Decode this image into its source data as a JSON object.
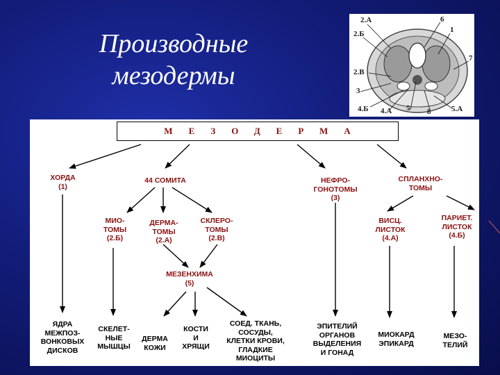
{
  "title_line1": "Производные",
  "title_line2": "мезодермы",
  "image_labels": {
    "l2a": "2.А",
    "l6": "6",
    "l2b": "2.Б",
    "l1": "1",
    "l7": "7",
    "l2v": "2.В",
    "l3": "3",
    "l4b": "4.Б",
    "l4a": "4.А",
    "l5": "5",
    "l8": "8",
    "l5a": "5.А"
  },
  "diagram": {
    "mesoderm": "МЕЗОДЕРМА",
    "chorda": "ХОРДА",
    "chorda_num": "(1)",
    "somites": "44 СОМИТА",
    "nephro1": "НЕФРО-",
    "nephro2": "ГОНОТОМЫ",
    "nephro_num": "(3)",
    "splanch1": "СПЛАНХНО-",
    "splanch2": "ТОМЫ",
    "myo1": "МИО-",
    "myo2": "ТОМЫ",
    "myo_num": "(2.Б)",
    "derma1": "ДЕРМА-",
    "derma2": "ТОМЫ",
    "derma_num": "(2.А)",
    "sclero1": "СКЛЕРО-",
    "sclero2": "ТОМЫ",
    "sclero_num": "(2.В)",
    "visc1": "ВИСЦ.",
    "visc2": "ЛИСТОК",
    "visc_num": "(4.А)",
    "pariet1": "ПАРИЕТ.",
    "pariet2": "ЛИСТОК",
    "pariet_num": "(4.Б)",
    "mesench": "МЕЗЕНХИМА",
    "mesench_num": "(5)",
    "nuclei1": "ЯДРА",
    "nuclei2": "МЕЖПОЗ-",
    "nuclei3": "ВОНКОВЫХ",
    "nuclei4": "ДИСКОВ",
    "skel1": "СКЕЛЕТ-",
    "skel2": "НЫЕ",
    "skel3": "МЫШЦЫ",
    "skin1": "ДЕРМА",
    "skin2": "КОЖИ",
    "bones1": "КОСТИ",
    "bones2": "И",
    "bones3": "ХРЯЩИ",
    "conn1": "СОЕД. ТКАНЬ,",
    "conn2": "СОСУДЫ,",
    "conn3": "КЛЕТКИ КРОВИ,",
    "conn4": "ГЛАДКИЕ",
    "conn5": "МИОЦИТЫ",
    "epi1": "ЭПИТЕЛИЙ",
    "epi2": "ОРГАНОВ",
    "epi3": "ВЫДЕЛЕНИЯ",
    "epi4": "И ГОНАД",
    "myo_epi1": "МИОКАРД",
    "myo_epi2": "ЭПИКАРД",
    "meso1": "МЕЗО-",
    "meso2": "ТЕЛИЙ"
  }
}
